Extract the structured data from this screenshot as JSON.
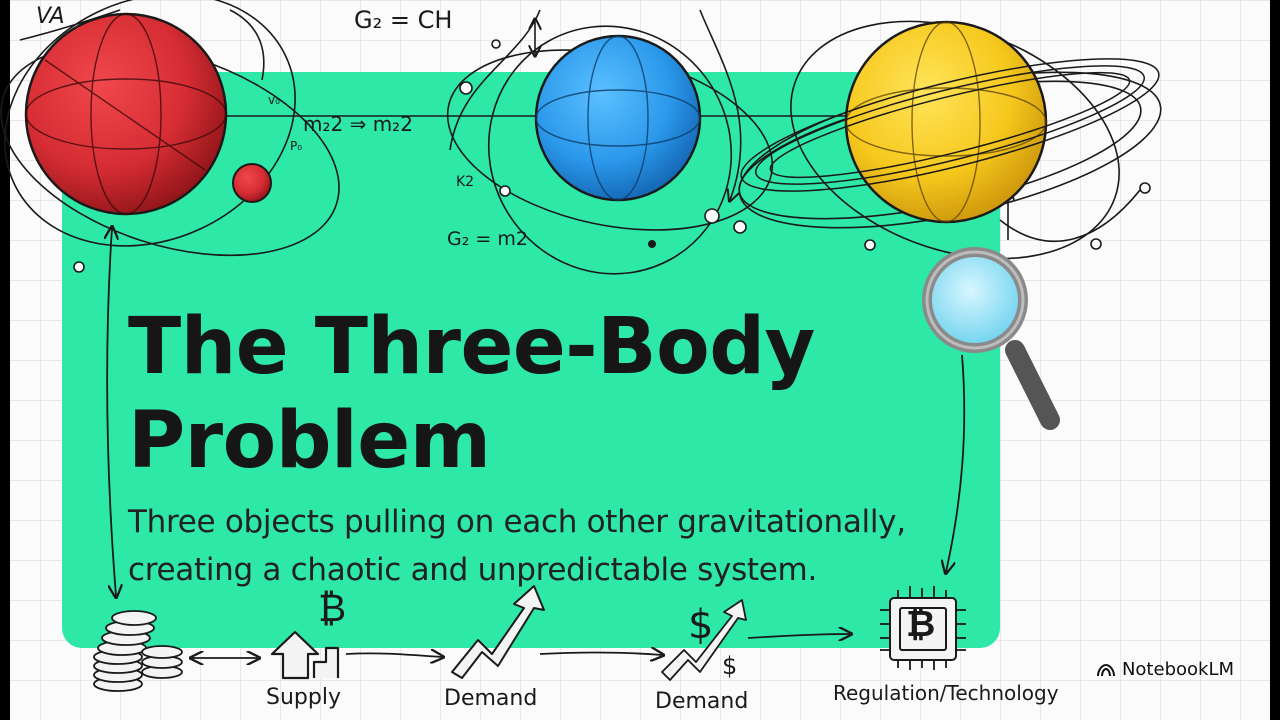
{
  "slide": {
    "title_line1": "The Three-Body",
    "title_line2": "Problem",
    "subtitle_line1": "Three objects pulling on each other gravitationally,",
    "subtitle_line2": "creating a chaotic and unpredictable system."
  },
  "equations": {
    "top_left": "VA",
    "top_center": "G₂ = CH",
    "mass": "m₂2 ⇒ m₂2",
    "v0": "v₀",
    "p0": "P₀",
    "k2": "K2",
    "gm": "G₂ = m2"
  },
  "flow": {
    "supply": "Supply",
    "demand1": "Demand",
    "demand2": "Demand",
    "regulation": "Regulation/Technology",
    "bitcoin_symbol": "₿",
    "dollar_symbol": "$"
  },
  "brand": {
    "name": "NotebookLM"
  },
  "colors": {
    "panel": "#2ee8a8",
    "red_planet": "#d62d34",
    "blue_planet": "#2b98ea",
    "yellow_planet": "#f6c81d"
  },
  "icons": [
    "magnifying-glass-icon",
    "coin-stack-icon",
    "house-icon",
    "trend-arrow-icon",
    "chip-icon",
    "notebooklm-logo-icon"
  ]
}
